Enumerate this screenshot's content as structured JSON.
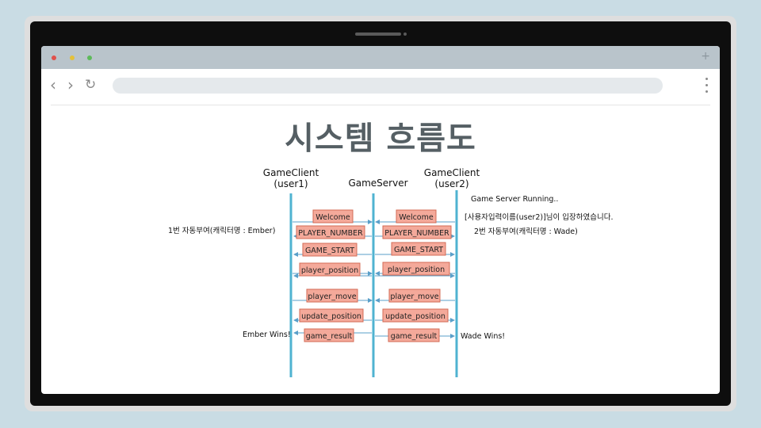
{
  "slide": {
    "title": "시스템 흐름도"
  },
  "participants": {
    "client1": {
      "line1": "GameClient",
      "line2": "(user1)"
    },
    "server": {
      "line1": "GameServer"
    },
    "client2": {
      "line1": "GameClient",
      "line2": "(user2)"
    }
  },
  "messages_left": [
    "Welcome",
    "PLAYER_NUMBER",
    "GAME_START",
    "player_position",
    "player_move",
    "update_position",
    "game_result"
  ],
  "messages_right": [
    "Welcome",
    "PLAYER_NUMBER",
    "GAME_START",
    "player_position",
    "player_move",
    "update_position",
    "game_result"
  ],
  "notes": {
    "server_running": "Game Server Running..",
    "user2_enter": "[사용자입력이름(user2)]님이 입장하였습니다.",
    "user1_assign": "1번 자동부여(캐릭터명 : Ember)",
    "user2_assign": "2번 자동부여(캐릭터명 : Wade)",
    "ember_wins": "Ember Wins!",
    "wade_wins": "Wade Wins!"
  },
  "colors": {
    "lifeline": "#4fb3d1",
    "arrow": "#5a9fc9",
    "message_fill": "#f4a99a",
    "message_border": "#d36b55"
  },
  "icons": [
    "back-icon",
    "forward-icon",
    "reload-icon",
    "more-icon",
    "new-tab-icon"
  ]
}
